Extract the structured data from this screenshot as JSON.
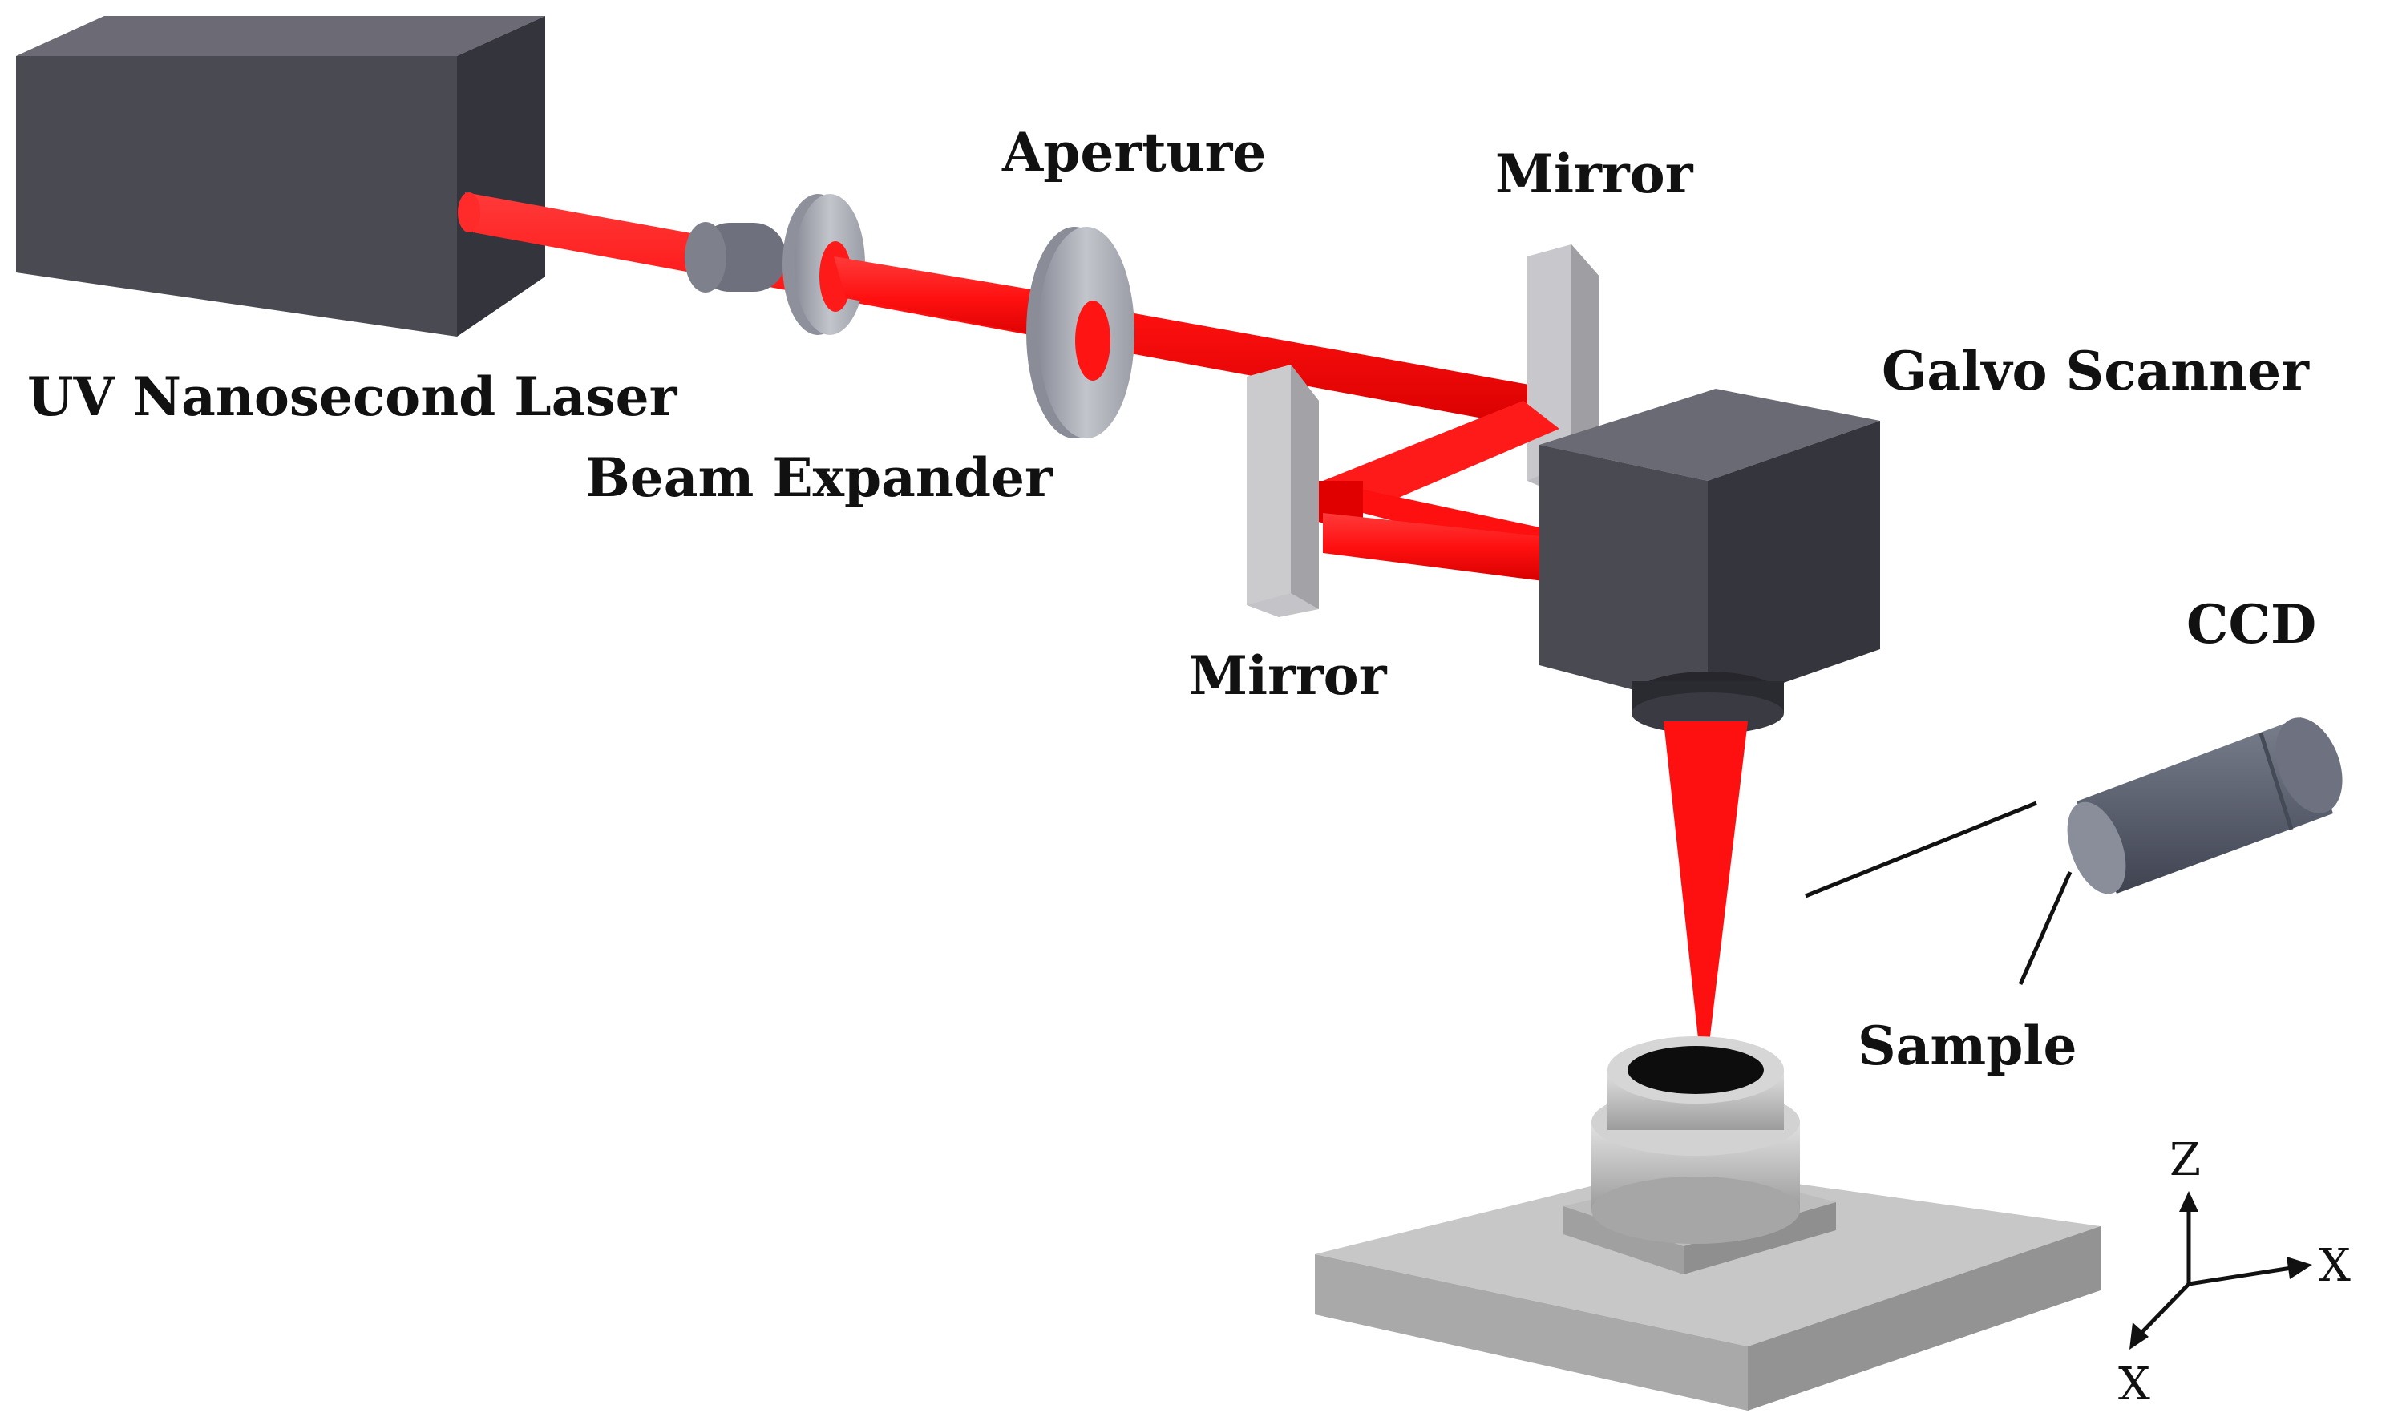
{
  "labels": {
    "laser": "UV Nanosecond Laser",
    "beam_expander": "Beam Expander",
    "aperture": "Aperture",
    "mirror_top": "Mirror",
    "mirror_bottom": "Mirror",
    "galvo": "Galvo Scanner",
    "ccd": "CCD",
    "sample": "Sample"
  },
  "axes": {
    "z": "Z",
    "x_right": "X",
    "x_diag": "X"
  },
  "colors": {
    "beam": "#ff1414",
    "housing": "#46464f",
    "metal_gray": "#a9aab0",
    "stage": "#bdbdbd",
    "ccd_body": "#5a5f6e",
    "text": "#111111"
  }
}
